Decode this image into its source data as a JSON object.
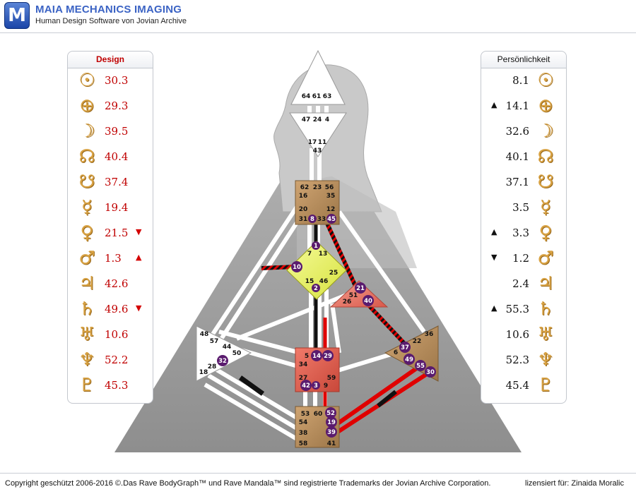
{
  "header": {
    "logo_letter": "M",
    "title": "MAIA MECHANICS IMAGING",
    "subtitle": "Human Design Software von Jovian Archive"
  },
  "design": {
    "title": "Design",
    "rows": [
      {
        "icon": "sun-icon",
        "glyph": "☉",
        "value": "30.3",
        "arrow": ""
      },
      {
        "icon": "earth-icon",
        "glyph": "⊕",
        "value": "29.3",
        "arrow": ""
      },
      {
        "icon": "moon-icon",
        "glyph": "☽",
        "value": "39.5",
        "arrow": ""
      },
      {
        "icon": "north-node-icon",
        "glyph": "☊",
        "value": "40.4",
        "arrow": ""
      },
      {
        "icon": "south-node-icon",
        "glyph": "☋",
        "value": "37.4",
        "arrow": ""
      },
      {
        "icon": "mercury-icon",
        "glyph": "☿",
        "value": "19.4",
        "arrow": ""
      },
      {
        "icon": "venus-icon",
        "glyph": "♀",
        "value": "21.5",
        "arrow": "▼"
      },
      {
        "icon": "mars-icon",
        "glyph": "♂",
        "value": "1.3",
        "arrow": "▲"
      },
      {
        "icon": "jupiter-icon",
        "glyph": "♃",
        "value": "42.6",
        "arrow": ""
      },
      {
        "icon": "saturn-icon",
        "glyph": "♄",
        "value": "49.6",
        "arrow": "▼"
      },
      {
        "icon": "uranus-icon",
        "glyph": "♅",
        "value": "10.6",
        "arrow": ""
      },
      {
        "icon": "neptune-icon",
        "glyph": "♆",
        "value": "52.2",
        "arrow": ""
      },
      {
        "icon": "pluto-icon",
        "glyph": "♇",
        "value": "45.3",
        "arrow": ""
      }
    ]
  },
  "personality": {
    "title": "Persönlichkeit",
    "rows": [
      {
        "icon": "sun-icon",
        "glyph": "☉",
        "value": "8.1",
        "arrow": ""
      },
      {
        "icon": "earth-icon",
        "glyph": "⊕",
        "value": "14.1",
        "arrow": "▲"
      },
      {
        "icon": "moon-icon",
        "glyph": "☽",
        "value": "32.6",
        "arrow": ""
      },
      {
        "icon": "north-node-icon",
        "glyph": "☊",
        "value": "40.1",
        "arrow": ""
      },
      {
        "icon": "south-node-icon",
        "glyph": "☋",
        "value": "37.1",
        "arrow": ""
      },
      {
        "icon": "mercury-icon",
        "glyph": "☿",
        "value": "3.5",
        "arrow": ""
      },
      {
        "icon": "venus-icon",
        "glyph": "♀",
        "value": "3.3",
        "arrow": "▲"
      },
      {
        "icon": "mars-icon",
        "glyph": "♂",
        "value": "1.2",
        "arrow": "▼"
      },
      {
        "icon": "jupiter-icon",
        "glyph": "♃",
        "value": "2.4",
        "arrow": ""
      },
      {
        "icon": "saturn-icon",
        "glyph": "♄",
        "value": "55.3",
        "arrow": "▲"
      },
      {
        "icon": "uranus-icon",
        "glyph": "♅",
        "value": "10.6",
        "arrow": ""
      },
      {
        "icon": "neptune-icon",
        "glyph": "♆",
        "value": "52.3",
        "arrow": ""
      },
      {
        "icon": "pluto-icon",
        "glyph": "♇",
        "value": "45.4",
        "arrow": ""
      }
    ]
  },
  "bodygraph": {
    "colors": {
      "design": "#e00000",
      "personality": "#000000",
      "defined_center": "#b88a55",
      "g_center": "#e8f060",
      "sacral": "#e05a4a",
      "spleen": "#c8906a"
    },
    "head_gates": [
      "64",
      "61",
      "63"
    ],
    "ajna_gates": [
      "47",
      "24",
      "4",
      "17",
      "11",
      "43"
    ],
    "throat_gates": [
      "62",
      "23",
      "56",
      "16",
      "35",
      "12",
      "20",
      "31",
      "8",
      "33",
      "45"
    ],
    "g_gates": [
      "1",
      "7",
      "13",
      "10",
      "25",
      "15",
      "46",
      "2"
    ],
    "ego_gates": [
      "21",
      "51",
      "26",
      "40"
    ],
    "spleen_gates": [
      "48",
      "57",
      "44",
      "50",
      "28",
      "32",
      "18"
    ],
    "solar_gates": [
      "36",
      "22",
      "37",
      "6",
      "49",
      "55",
      "30"
    ],
    "sacral_gates": [
      "5",
      "14",
      "29",
      "34",
      "27",
      "59",
      "42",
      "3",
      "9"
    ],
    "root_gates": [
      "53",
      "60",
      "52",
      "54",
      "19",
      "38",
      "39",
      "58",
      "41"
    ]
  },
  "footer": {
    "copyright": "Copyright geschützt 2006-2016 ©.Das Rave BodyGraph™ und Rave Mandala™ sind registrierte Trademarks der Jovian Archive Corporation.",
    "license": "lizensiert für: Zinaida Moralic"
  }
}
